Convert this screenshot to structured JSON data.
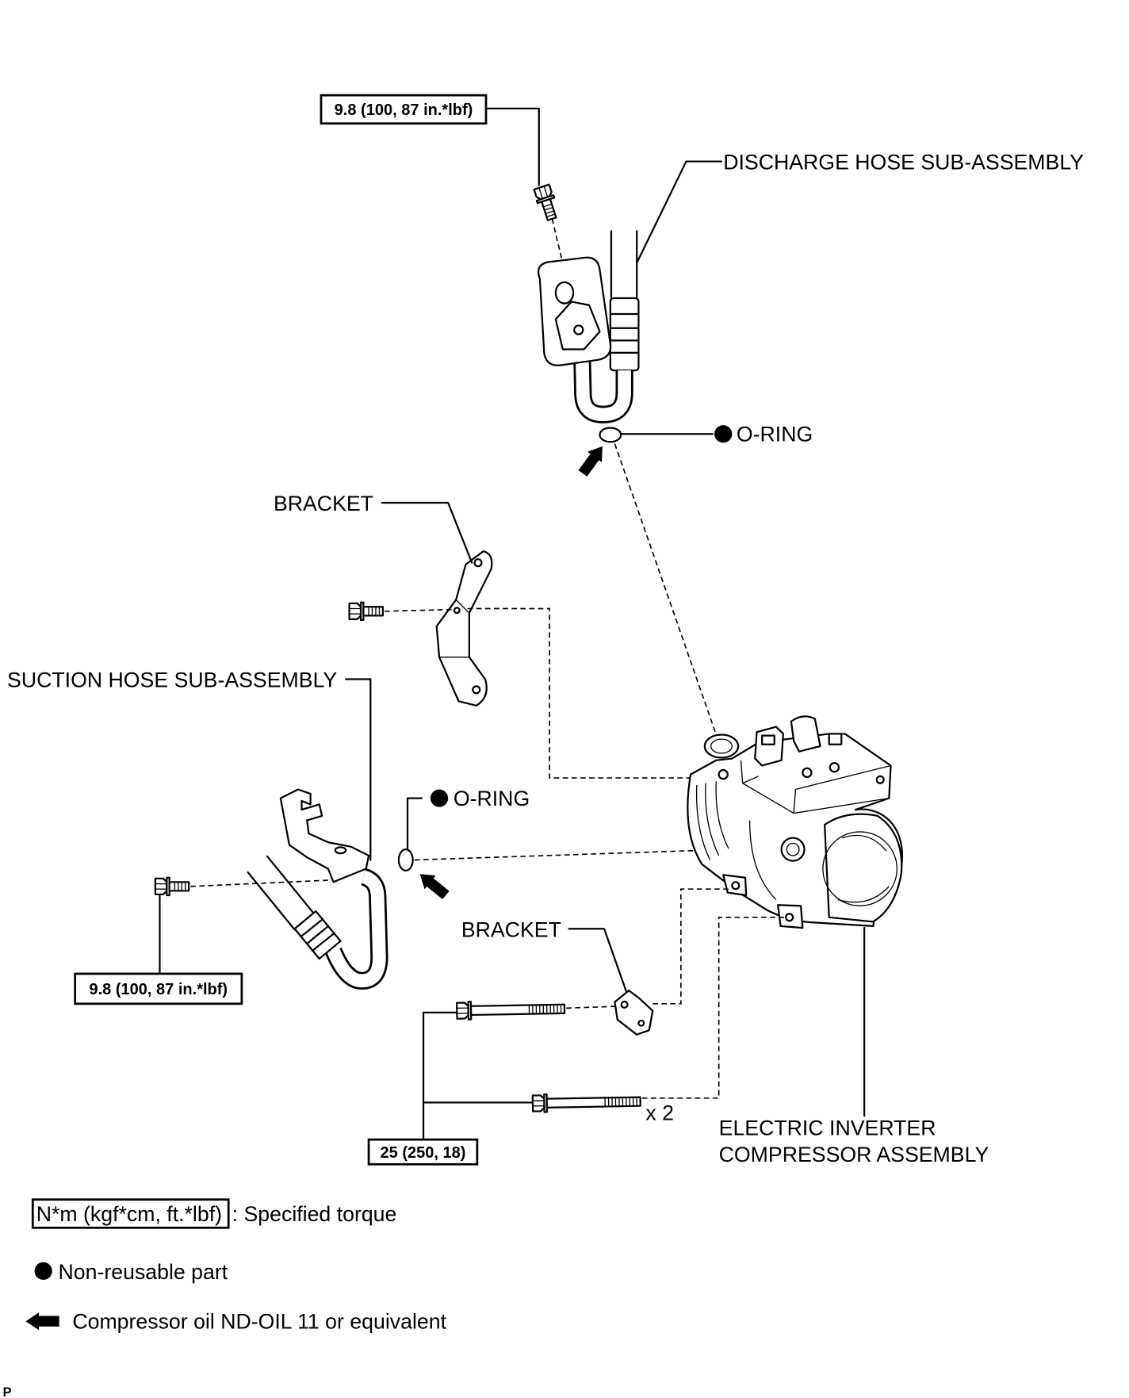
{
  "diagram": {
    "torque": {
      "discharge_bolt": "9.8 (100, 87 in.*lbf)",
      "suction_bolt": "9.8 (100, 87 in.*lbf)",
      "compressor_bolts": "25 (250, 18)"
    },
    "labels": {
      "discharge_hose": "DISCHARGE HOSE SUB-ASSEMBLY",
      "o_ring_discharge": "O-RING",
      "bracket_upper": "BRACKET",
      "suction_hose": "SUCTION HOSE SUB-ASSEMBLY",
      "o_ring_suction": "O-RING",
      "bracket_lower": "BRACKET",
      "bolt_quantity": "x 2",
      "compressor": [
        "ELECTRIC INVERTER",
        "COMPRESSOR ASSEMBLY"
      ]
    }
  },
  "legend": {
    "torque_units": "N*m (kgf*cm, ft.*lbf)",
    "torque_meaning": ": Specified torque",
    "non_reusable": "Non-reusable part",
    "compressor_oil": "Compressor oil ND-OIL 11 or equivalent"
  },
  "figure_code": "P",
  "icons": {
    "non_reusable": "filled-circle-icon",
    "compressor_oil": "black-arrow-icon"
  },
  "colors": {
    "line": "#000000",
    "background": "#ffffff"
  }
}
